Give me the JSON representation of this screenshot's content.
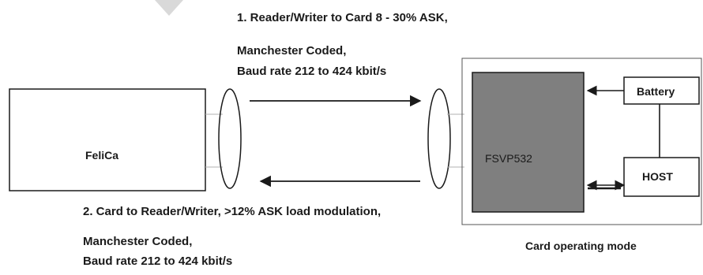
{
  "forward_link": {
    "line1": "1. Reader/Writer to Card 8 - 30% ASK,",
    "line2": "Manchester Coded,",
    "line3": "Baud  rate 212 to 424 kbit/s"
  },
  "return_link": {
    "line1": "2. Card to Reader/Writer, >12% ASK load modulation,",
    "line2": "Manchester Coded,",
    "line3": "Baud  rate 212 to 424 kbit/s"
  },
  "nodes": {
    "reader": "FeliCa",
    "chip": "FSVP532",
    "battery": "Battery",
    "host": "HOST"
  },
  "mode_caption": "Card operating mode",
  "colors": {
    "chip_fill": "#7f7f7f",
    "line": "#1a1a1a",
    "decoration": "#d9d9d9"
  }
}
